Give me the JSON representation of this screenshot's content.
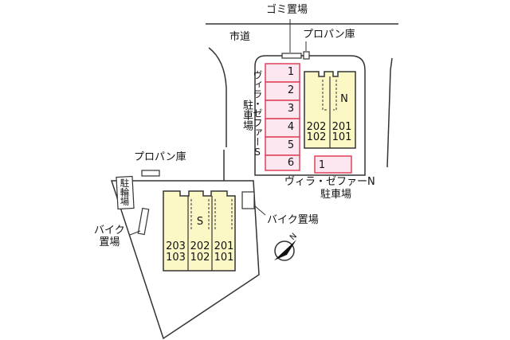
{
  "labels": {
    "garbage": "ゴミ置場",
    "city_road": "市道",
    "propane_top": "プロパン庫",
    "propane_left": "プロパン庫",
    "bike_right": "バイク置場",
    "bike_left": "バイク\n置場",
    "parking_s": "ヴィラ・ゼファーS駐車場",
    "parking_s_col1": "ヴィラ・ゼファーS",
    "parking_s_col2": "駐車場",
    "parking_n_line1": "ヴィラ・ゼファーN",
    "parking_n_line2": "駐車場",
    "bicycle": "駐輪場"
  },
  "buildings": {
    "north": {
      "name": "N",
      "units_upper": [
        "202",
        "201"
      ],
      "units_lower": [
        "102",
        "101"
      ]
    },
    "south": {
      "name": "S",
      "units_upper": [
        "203",
        "202",
        "201"
      ],
      "units_lower": [
        "103",
        "102",
        "101"
      ]
    }
  },
  "parking_s_spaces": [
    "1",
    "2",
    "3",
    "4",
    "5",
    "6"
  ],
  "parking_n_spaces": [
    "1"
  ],
  "compass": {
    "name": "north-arrow-icon",
    "letter": "N"
  },
  "colors": {
    "building_fill": "#fbf8c6",
    "parking_fill": "#fce6ef",
    "parking_stroke": "#e0405a",
    "line": "#333333"
  }
}
